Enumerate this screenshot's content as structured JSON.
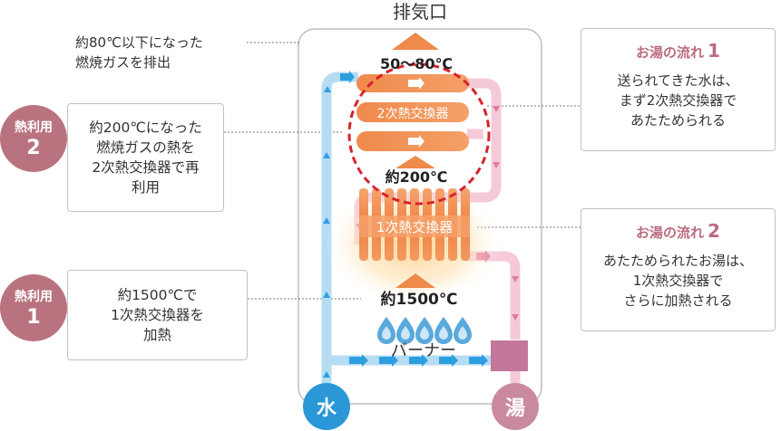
{
  "header": {
    "exhaust_label": "排気口"
  },
  "top_note": {
    "text": "約80℃以下になった\n燃焼ガスを排出"
  },
  "heat_use_2": {
    "badge_label": "熱利用",
    "badge_number": "2",
    "text": "約200℃になった\n燃焼ガスの熱を\n2次熱交換器で再\n利用"
  },
  "heat_use_1": {
    "badge_label": "熱利用",
    "badge_number": "1",
    "text": "約1500℃で\n1次熱交換器を\n加熱"
  },
  "flow_1": {
    "title": "お湯の流れ",
    "number": "1",
    "text": "送られてきた水は、\nまず2次熱交換器で\nあたためられる"
  },
  "flow_2": {
    "title": "お湯の流れ",
    "number": "2",
    "text": "あたためられたお湯は、\n1次熱交換器で\nさらに加熱される"
  },
  "diagram": {
    "temp_top": "50～80℃",
    "secondary_hx_label": "2次熱交換器",
    "temp_mid": "約200℃",
    "primary_hx_label": "1次熱交換器",
    "temp_bottom": "約1500℃",
    "burner_label": "バーナー",
    "water_label": "水",
    "hot_water_label": "湯"
  },
  "colors": {
    "orange": "#ee8a4a",
    "orange_light": "#f7b88a",
    "cold_pipe": "#b5dcf3",
    "cold_arrow": "#2d9ee0",
    "hot_pipe": "#f6c9d8",
    "hot_arrow": "#e07aa0",
    "badge": "#b9737f",
    "water_circle": "#2a97d7",
    "hot_circle": "#c98aa0",
    "dashed_circle": "#d8222c"
  }
}
